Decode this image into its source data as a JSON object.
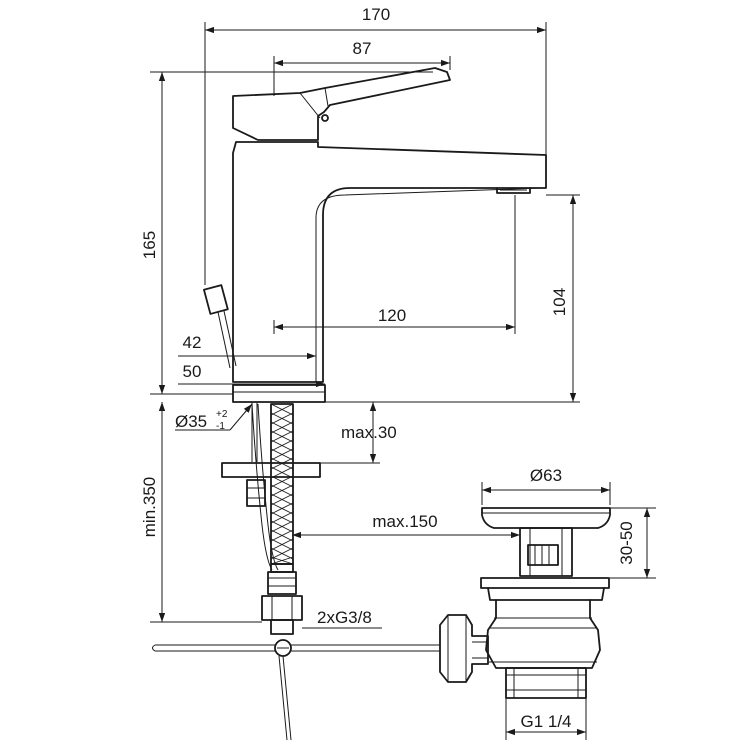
{
  "drawing": {
    "dimensions": {
      "overall_width": "170",
      "lever_width": "87",
      "overall_height": "165",
      "spout_height": "104",
      "spout_reach": "120",
      "body_width": "42",
      "base_width": "50",
      "hole_diameter": "Ø35",
      "hole_tol_upper": "+2",
      "hole_tol_lower": "-1",
      "max_thickness": "max.30",
      "min_hose_length": "min.350",
      "max_pop_up": "max.150",
      "waste_diameter": "Ø63",
      "waste_height_range": "30-50",
      "hose_connection": "2xG3/8",
      "waste_thread": "G1 1/4"
    }
  }
}
